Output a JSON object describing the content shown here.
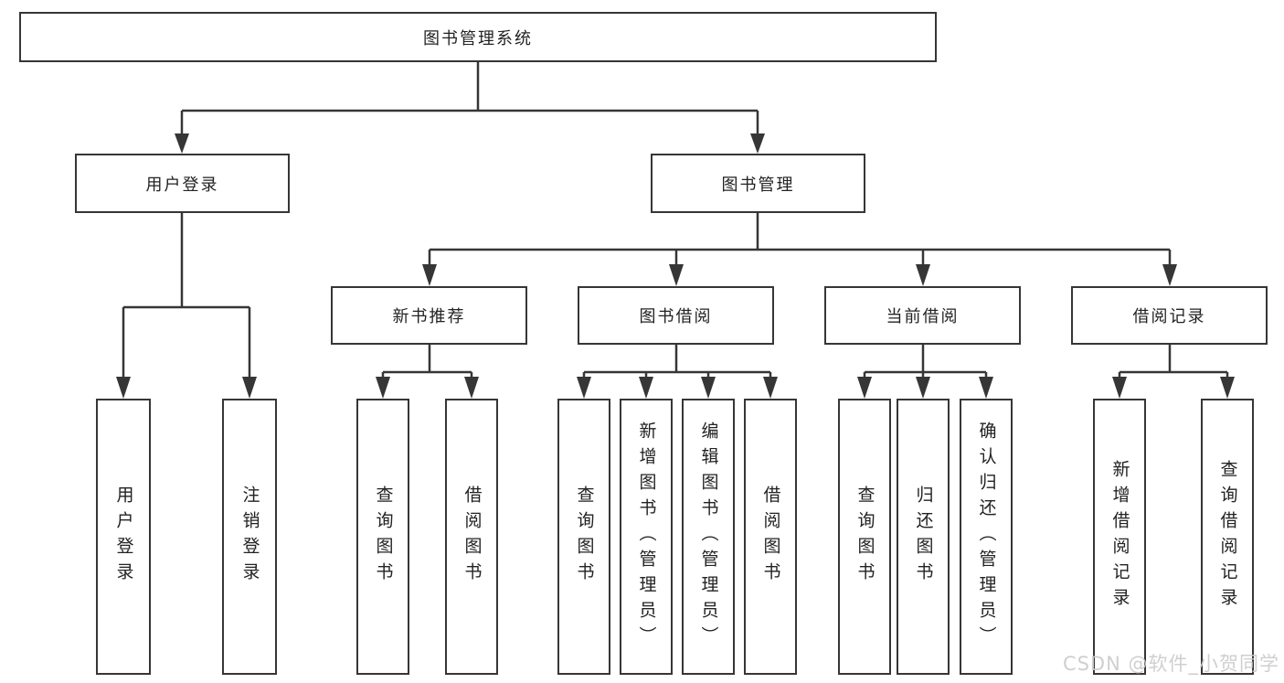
{
  "diagram_type": "hierarchy-tree",
  "tree": {
    "root": "图书管理系统",
    "children": [
      {
        "label": "用户登录",
        "children": [
          {
            "label": "用户登录"
          },
          {
            "label": "注销登录"
          }
        ]
      },
      {
        "label": "图书管理",
        "children": [
          {
            "label": "新书推荐",
            "children": [
              {
                "label": "查询图书"
              },
              {
                "label": "借阅图书"
              }
            ]
          },
          {
            "label": "图书借阅",
            "children": [
              {
                "label": "查询图书"
              },
              {
                "label": "新增图书（管理员）"
              },
              {
                "label": "编辑图书（管理员）"
              },
              {
                "label": "借阅图书"
              }
            ]
          },
          {
            "label": "当前借阅",
            "children": [
              {
                "label": "查询图书"
              },
              {
                "label": "归还图书"
              },
              {
                "label": "确认归还（管理员）"
              }
            ]
          },
          {
            "label": "借阅记录",
            "children": [
              {
                "label": "新增借阅记录"
              },
              {
                "label": "查询借阅记录"
              }
            ]
          }
        ]
      }
    ]
  },
  "watermark": {
    "text": "CSDN @软件_小贺同学",
    "color": "#cccccc"
  },
  "colors": {
    "line": "#363636",
    "box_border": "#363636",
    "text": "#222222",
    "background": "#ffffff"
  }
}
